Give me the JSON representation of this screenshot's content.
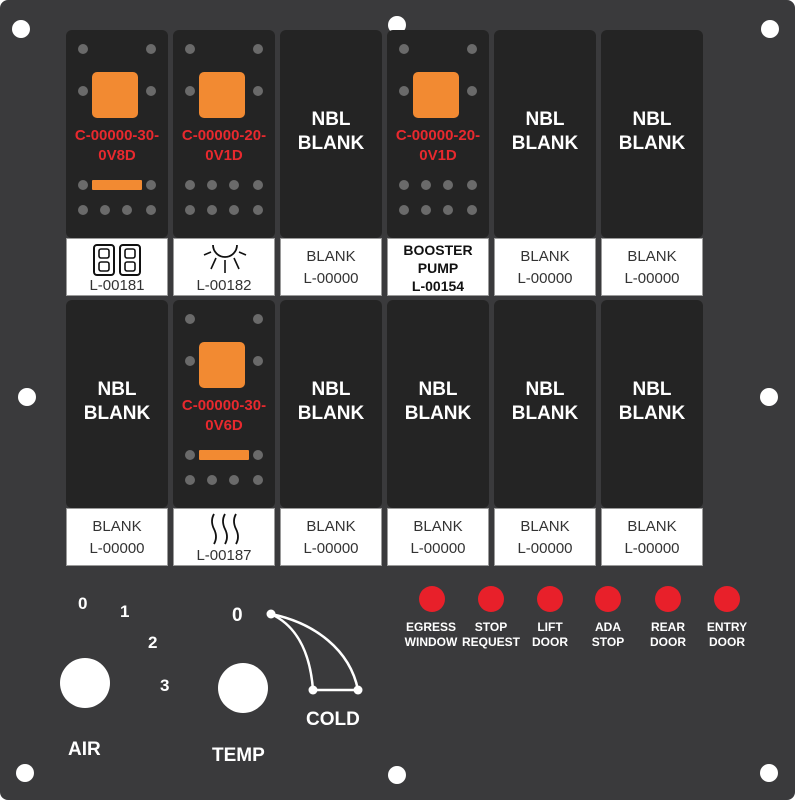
{
  "nbl_line1": "NBL",
  "nbl_line2": "BLANK",
  "blank_text": "BLANK",
  "blank_code": "L-00000",
  "top_row": {
    "slot1": {
      "code_line1": "C-00000-30-",
      "code_line2": "0V8D",
      "label": "L-00181",
      "icon": "seat-icon"
    },
    "slot2": {
      "code_line1": "C-00000-20-",
      "code_line2": "0V1D",
      "label": "L-00182",
      "icon": "light-icon"
    },
    "slot4": {
      "code_line1": "C-00000-20-",
      "code_line2": "0V1D",
      "label_line1": "BOOSTER",
      "label_line2": "PUMP",
      "label_line3": "L-00154"
    }
  },
  "bottom_row": {
    "slot2": {
      "code_line1": "C-00000-30-",
      "code_line2": "0V6D",
      "label": "L-00187",
      "icon": "heat-icon"
    }
  },
  "air": {
    "label": "AIR",
    "positions": [
      "0",
      "1",
      "2",
      "3"
    ]
  },
  "temp": {
    "label": "TEMP",
    "zero": "0",
    "cold": "COLD"
  },
  "indicators": [
    {
      "line1": "EGRESS",
      "line2": "WINDOW"
    },
    {
      "line1": "STOP",
      "line2": "REQUEST"
    },
    {
      "line1": "LIFT",
      "line2": "DOOR"
    },
    {
      "line1": "ADA",
      "line2": "STOP"
    },
    {
      "line1": "REAR",
      "line2": "DOOR"
    },
    {
      "line1": "ENTRY",
      "line2": "DOOR"
    }
  ],
  "colors": {
    "panel": "#3a3a3c",
    "switch": "#242424",
    "accent": "#f28a32",
    "code_text": "#e8292e",
    "indicator": "#e8202a"
  }
}
